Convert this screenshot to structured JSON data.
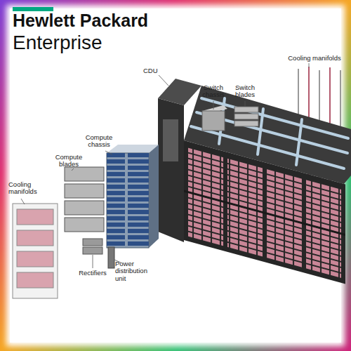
{
  "diagram": {
    "labels": [
      "Hewlett Packard",
      "Enterprise",
      "Cooling manifolds",
      "CDU",
      "Switch chassis",
      "Switch blades",
      "Compute chassis",
      "Compute blades",
      "Cooling manifolds",
      "Rectifiers",
      "Power distribution unit"
    ]
  }
}
